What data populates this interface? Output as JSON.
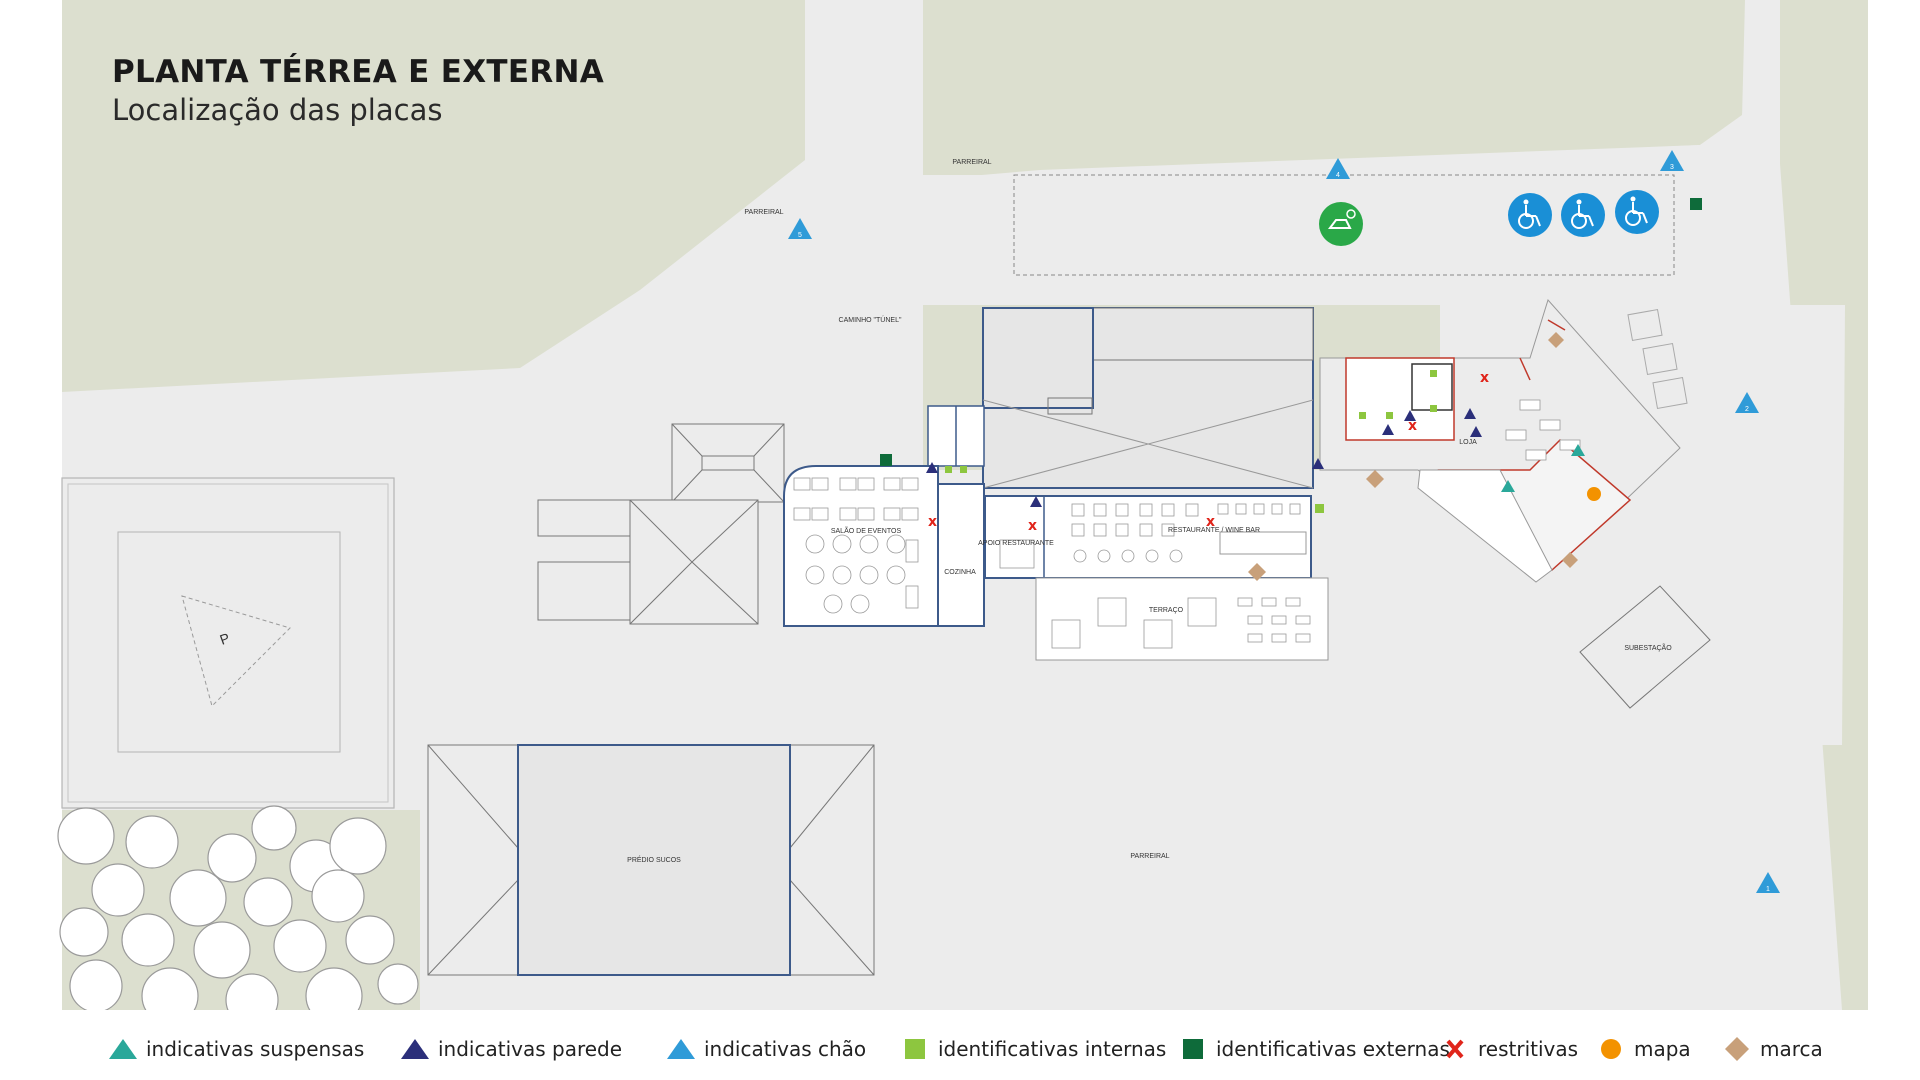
{
  "header": {
    "title": "PLANTA TÉRREA E EXTERNA",
    "subtitle": "Localização das placas"
  },
  "colors": {
    "grass": "#dcdfcf",
    "paving": "#ececec",
    "roof": "#e2e2e2",
    "wall_blue": "#3d5a8a",
    "wall_red": "#c0392b",
    "indicativas_suspensas": "#2aa89a",
    "indicativas_parede": "#2b2f7a",
    "indicativas_chao": "#2f9bd8",
    "identificativas_internas": "#8dc63f",
    "identificativas_externas": "#0e6b3a",
    "restritivas": "#e0251b",
    "mapa": "#f39200",
    "marca": "#c8a07a"
  },
  "map_labels": {
    "parreiral_top": "PARREIRAL",
    "parreiral_left": "PARREIRAL",
    "parreiral_bottom": "PARREIRAL",
    "caminho_tunel": "CAMINHO \"TÚNEL\"",
    "salao_eventos": "SALÃO DE EVENTOS",
    "cozinha": "COZINHA",
    "apoio_restaurante": "APOIO RESTAURANTE",
    "restaurante_wine_bar": "RESTAURANTE / WINE BAR",
    "terraco": "TERRAÇO",
    "loja": "LOJA",
    "subestacao": "SUBESTAÇÃO",
    "predio_sucos": "PRÉDIO SUCOS",
    "heliport_mark": "P"
  },
  "floor_markers": [
    "1",
    "2",
    "3",
    "4",
    "5"
  ],
  "legend": [
    {
      "label": "indicativas suspensas",
      "icon": "teal-triangle-icon"
    },
    {
      "label": "indicativas parede",
      "icon": "navy-triangle-icon"
    },
    {
      "label": "indicativas chão",
      "icon": "blue-triangle-icon"
    },
    {
      "label": "identificativas internas",
      "icon": "lime-square-icon"
    },
    {
      "label": "identificativas externas",
      "icon": "darkgreen-square-icon"
    },
    {
      "label": "restritivas",
      "icon": "red-x-icon"
    },
    {
      "label": "mapa",
      "icon": "orange-circle-icon"
    },
    {
      "label": "marca",
      "icon": "tan-diamond-icon"
    }
  ]
}
